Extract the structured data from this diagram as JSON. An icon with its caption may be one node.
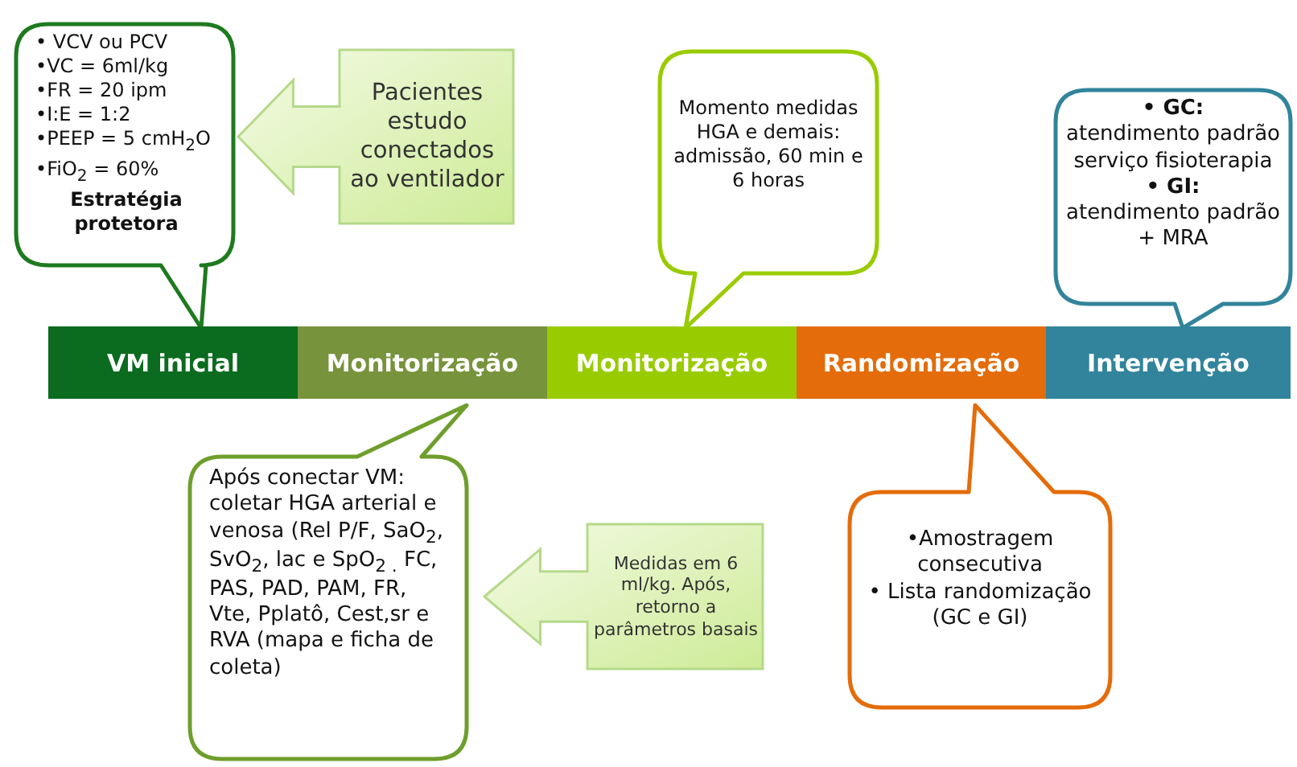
{
  "diagram": {
    "nodes": [
      {
        "text": [
          "• VCV ou PCV",
          "•VC = 6ml/kg",
          "•FR = 20 ipm",
          "•I:E = 1:2",
          "•PEEP = 5 cmH$_{2}$O",
          "•FiO$_{2}$ = 60%",
          "Estratégia protetora"
        ]
      },
      {
        "text": [
          "Pacientes estudo conectados ao ventilador"
        ]
      },
      {
        "text": [
          "Momento medidas HGA e demais: admissão, 60 min e 6 horas"
        ]
      },
      {
        "text": [
          "• GC:",
          "atendimento padrão serviço fisioterapia",
          "• GI:",
          "atendimento padrão + MRA"
        ]
      },
      {
        "text": [
          "VM inicial"
        ]
      },
      {
        "text": [
          "Monitorização"
        ]
      },
      {
        "text": [
          "Monitorização"
        ]
      },
      {
        "text": [
          "Randomização"
        ]
      },
      {
        "text": [
          "Intervenção"
        ]
      },
      {
        "text": [
          "Após conectar VM: coletar HGA arterial e venosa (Rel P/F, SaO$_{2}$, SvO$_{2}$, lac e SpO$_{2 .}$ FC, PAS, PAD, PAM, FR, Vte, Pplatô, Cest,sr e RVA (mapa e ficha de coleta)"
        ]
      },
      {
        "text": [
          "Medidas em 6 ml/kg. Após, retorno a parâmetros basais"
        ]
      },
      {
        "text": [
          "•Amostragem consecutiva",
          "• Lista randomização (GC e GI)"
        ]
      }
    ],
    "edges": []
  }
}
